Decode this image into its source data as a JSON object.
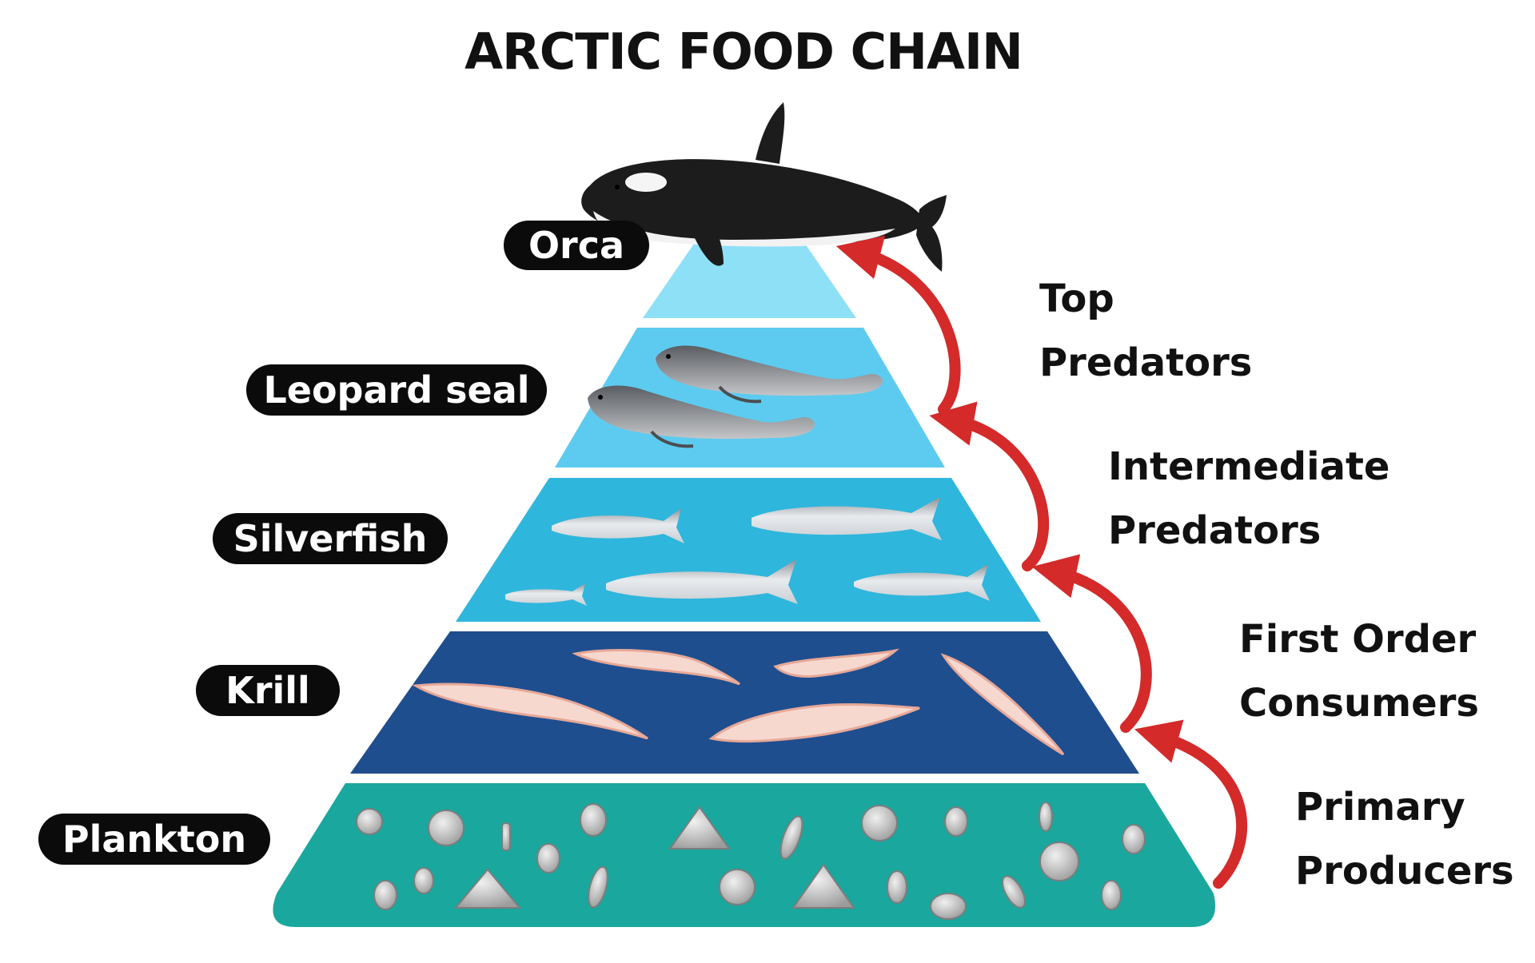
{
  "title": "ARCTIC FOOD CHAIN",
  "levels": [
    {
      "name": "Orca",
      "tier_color": "#8ee0f7"
    },
    {
      "name": "Leopard seal",
      "tier_color": "#5dcbef"
    },
    {
      "name": "Silverfish",
      "tier_color": "#2fb6dc"
    },
    {
      "name": "Krill",
      "tier_color": "#1f4e8f"
    },
    {
      "name": "Plankton",
      "tier_color": "#19a79e"
    }
  ],
  "roles": [
    {
      "line1": "Top",
      "line2": "Predators"
    },
    {
      "line1": "Intermediate",
      "line2": "Predators"
    },
    {
      "line1": "First Order",
      "line2": "Consumers"
    },
    {
      "line1": "Primary",
      "line2": "Producers"
    }
  ],
  "colors": {
    "arrow": "#d42a2a",
    "label_bg": "#0b0b0b",
    "label_text": "#ffffff"
  }
}
